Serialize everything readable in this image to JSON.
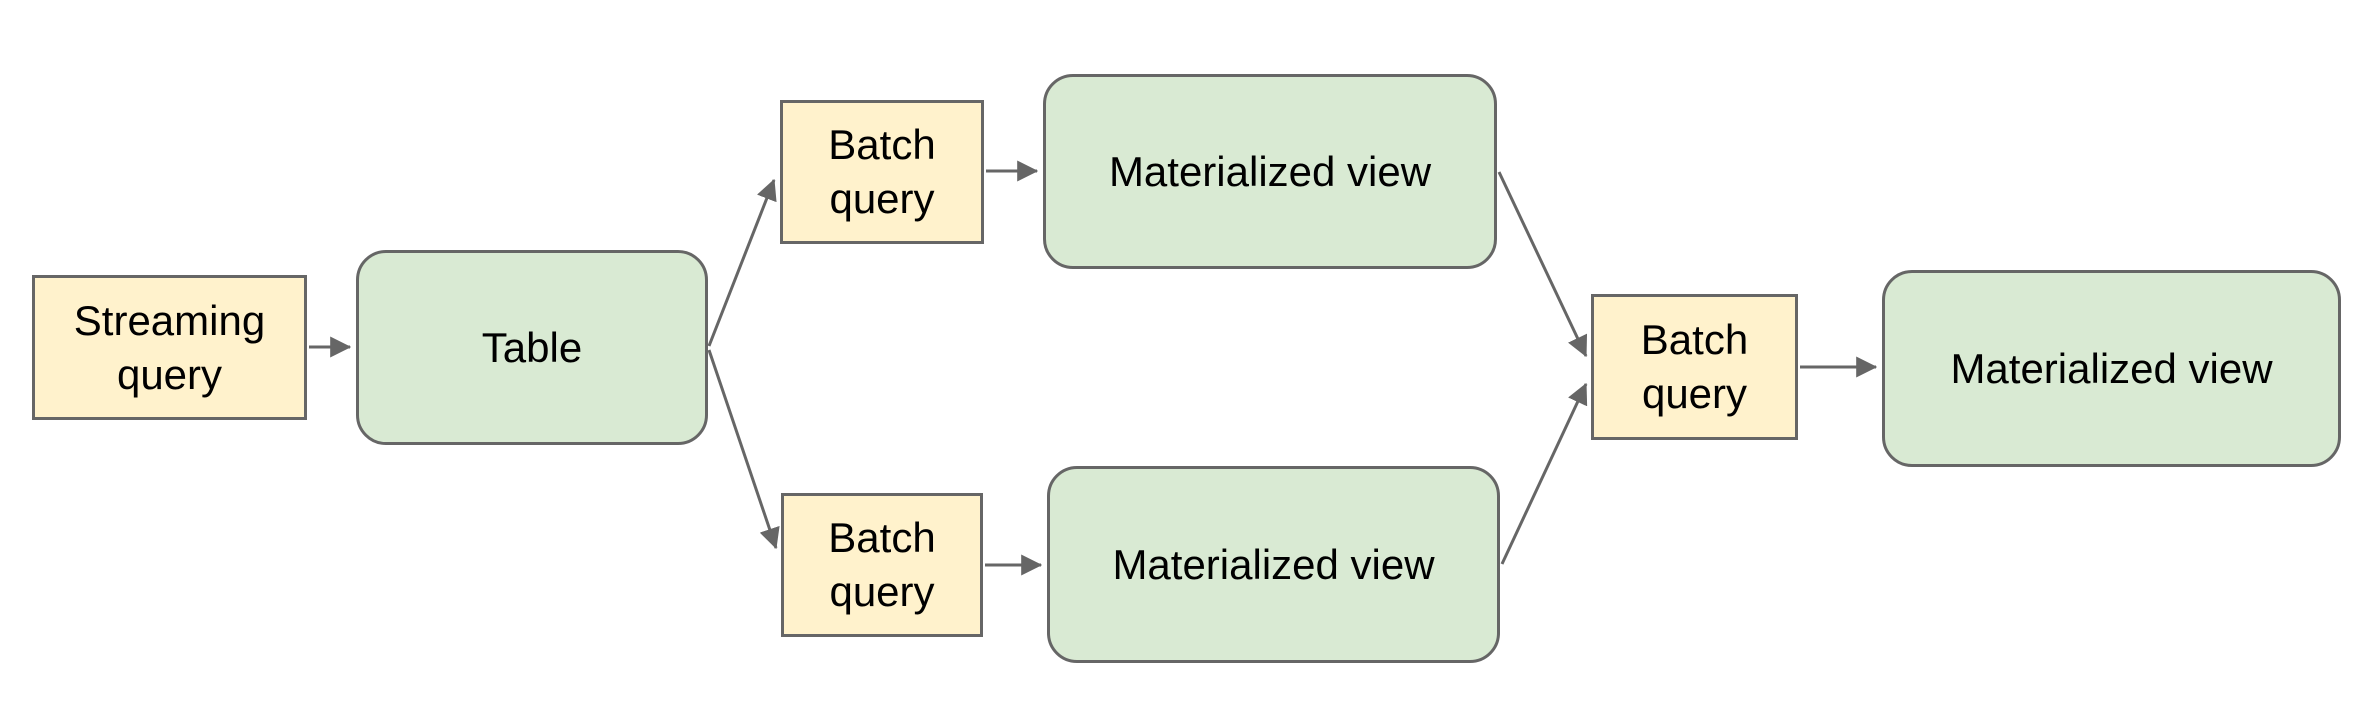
{
  "diagram": {
    "type": "flowchart",
    "background": "#ffffff",
    "colors": {
      "query_box_fill": "#fff2cc",
      "view_box_fill": "#d9ead3",
      "box_border": "#666666",
      "arrow": "#666666",
      "text": "#000000"
    },
    "nodes": {
      "streaming_query": {
        "label": "Streaming query",
        "kind": "query"
      },
      "table": {
        "label": "Table",
        "kind": "table"
      },
      "batch_query_top": {
        "label": "Batch query",
        "kind": "query"
      },
      "materialized_view_top": {
        "label": "Materialized view",
        "kind": "view"
      },
      "batch_query_bottom": {
        "label": "Batch query",
        "kind": "query"
      },
      "materialized_view_bottom": {
        "label": "Materialized view",
        "kind": "view"
      },
      "batch_query_right": {
        "label": "Batch query",
        "kind": "query"
      },
      "materialized_view_right": {
        "label": "Materialized view",
        "kind": "view"
      }
    },
    "edges": [
      {
        "from": "streaming_query",
        "to": "table"
      },
      {
        "from": "table",
        "to": "batch_query_top"
      },
      {
        "from": "batch_query_top",
        "to": "materialized_view_top"
      },
      {
        "from": "table",
        "to": "batch_query_bottom"
      },
      {
        "from": "batch_query_bottom",
        "to": "materialized_view_bottom"
      },
      {
        "from": "materialized_view_top",
        "to": "batch_query_right"
      },
      {
        "from": "materialized_view_bottom",
        "to": "batch_query_right"
      },
      {
        "from": "batch_query_right",
        "to": "materialized_view_right"
      }
    ]
  }
}
